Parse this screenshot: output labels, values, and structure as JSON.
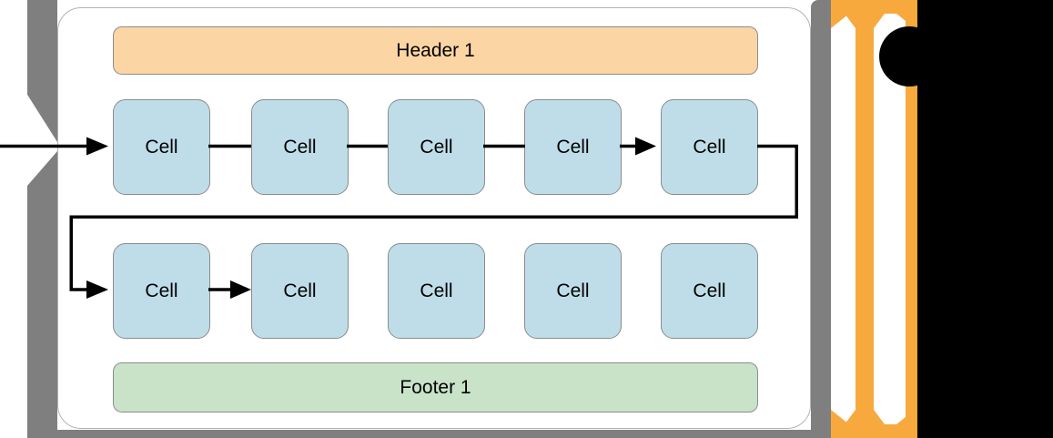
{
  "diagram": {
    "figure": "collection-view-flow-layout",
    "header": {
      "label": "Header 1"
    },
    "footer": {
      "label": "Footer 1"
    },
    "rows": [
      {
        "cells": [
          {
            "label": "Cell"
          },
          {
            "label": "Cell"
          },
          {
            "label": "Cell"
          },
          {
            "label": "Cell"
          },
          {
            "label": "Cell"
          }
        ]
      },
      {
        "cells": [
          {
            "label": "Cell"
          },
          {
            "label": "Cell"
          },
          {
            "label": "Cell"
          },
          {
            "label": "Cell"
          },
          {
            "label": "Cell"
          }
        ]
      }
    ],
    "icons": {
      "flow_arrow": "right-arrow",
      "scroll_direction_arrow": "vertical-double-headed-arrow"
    },
    "colors": {
      "header_fill": "#fbd6a4",
      "cell_fill": "#bedde9",
      "footer_fill": "#c9e3c9",
      "box_border": "#8c8c8c",
      "backdrop_gray": "#7f7f7f",
      "arrow_orange": "#f7a93d",
      "flow_line": "#000000",
      "mask_black": "#000000"
    }
  }
}
